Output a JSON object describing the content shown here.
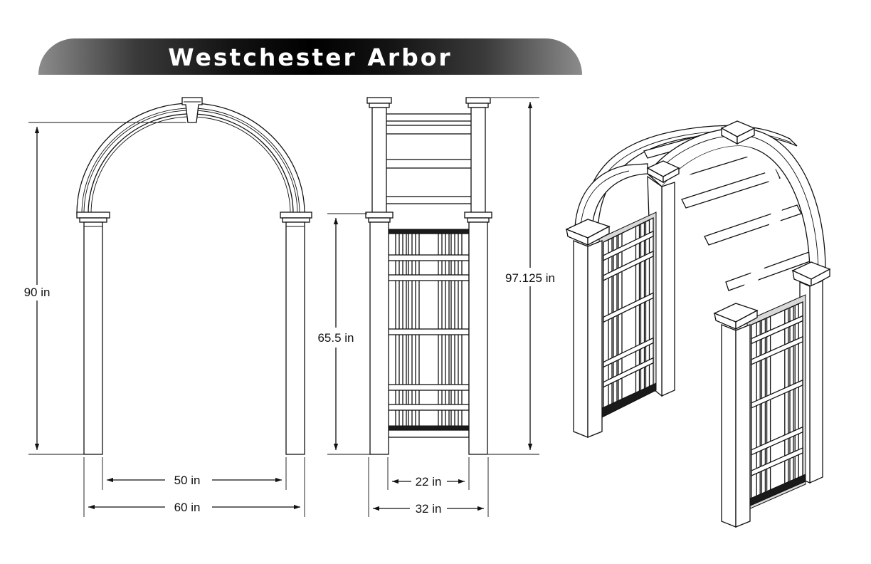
{
  "title": "Westchester Arbor",
  "dimensions": {
    "front_height": "90 in",
    "front_inner_width": "50 in",
    "front_outer_width": "60 in",
    "side_panel_height": "65.5 in",
    "side_total_height": "97.125 in",
    "side_inner_width": "22 in",
    "side_outer_width": "32 in"
  }
}
